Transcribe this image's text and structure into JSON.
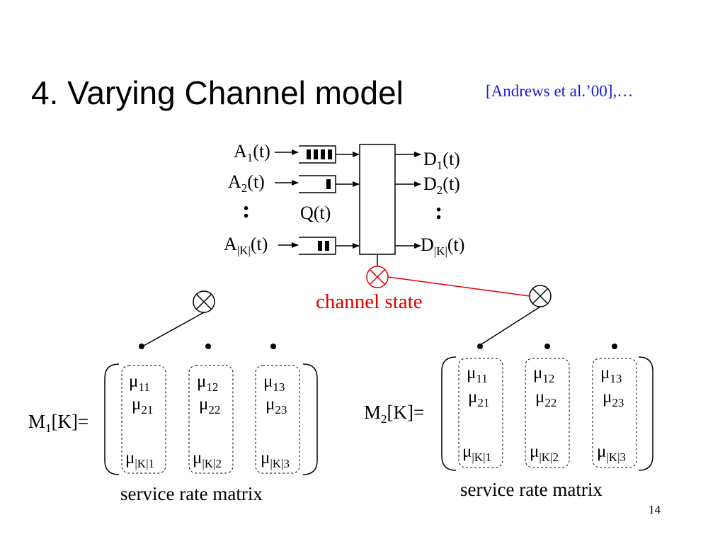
{
  "slide": {
    "title": "4. Varying Channel model",
    "citation": "[Andrews et al.’00],…",
    "page_number": "14"
  },
  "queues": {
    "arrivals": [
      {
        "base": "A",
        "sub": "1",
        "tail": "(t)"
      },
      {
        "base": "A",
        "sub": "2",
        "tail": "(t)"
      },
      {
        "base": "A",
        "sub": "|K|",
        "tail": "(t)"
      }
    ],
    "departures": [
      {
        "base": "D",
        "sub": "1",
        "tail": "(t)"
      },
      {
        "base": "D",
        "sub": "2",
        "tail": "(t)"
      },
      {
        "base": "D",
        "sub": "|K|",
        "tail": "(t)"
      }
    ],
    "queue_label": "Q(t)",
    "vertical_ellipsis": ":",
    "channel_state_label": "channel state"
  },
  "matrices": [
    {
      "label": {
        "base": "M",
        "sub": "1",
        "tail": "[K]="
      },
      "caption": "service rate matrix",
      "columns": [
        {
          "entries": [
            {
              "sym": "μ",
              "sub": "11"
            },
            {
              "sym": "μ",
              "sub": "21"
            },
            {
              "sym": "μ",
              "sub": "|K|1"
            }
          ]
        },
        {
          "entries": [
            {
              "sym": "μ",
              "sub": "12"
            },
            {
              "sym": "μ",
              "sub": "22"
            },
            {
              "sym": "μ",
              "sub": "|K|2"
            }
          ]
        },
        {
          "entries": [
            {
              "sym": "μ",
              "sub": "13"
            },
            {
              "sym": "μ",
              "sub": "23"
            },
            {
              "sym": "μ",
              "sub": "|K|3"
            }
          ]
        }
      ]
    },
    {
      "label": {
        "base": "M",
        "sub": "2",
        "tail": "[K]="
      },
      "caption": "service rate matrix",
      "columns": [
        {
          "entries": [
            {
              "sym": "μ",
              "sub": "11"
            },
            {
              "sym": "μ",
              "sub": "21"
            },
            {
              "sym": "μ",
              "sub": "|K|1"
            }
          ]
        },
        {
          "entries": [
            {
              "sym": "μ",
              "sub": "12"
            },
            {
              "sym": "μ",
              "sub": "22"
            },
            {
              "sym": "μ",
              "sub": "|K|2"
            }
          ]
        },
        {
          "entries": [
            {
              "sym": "μ",
              "sub": "13"
            },
            {
              "sym": "μ",
              "sub": "23"
            },
            {
              "sym": "μ",
              "sub": "|K|3"
            }
          ]
        }
      ]
    }
  ],
  "colors": {
    "text": "#000000",
    "citation": "#1a1ad6",
    "channel_state": "#e00000"
  }
}
